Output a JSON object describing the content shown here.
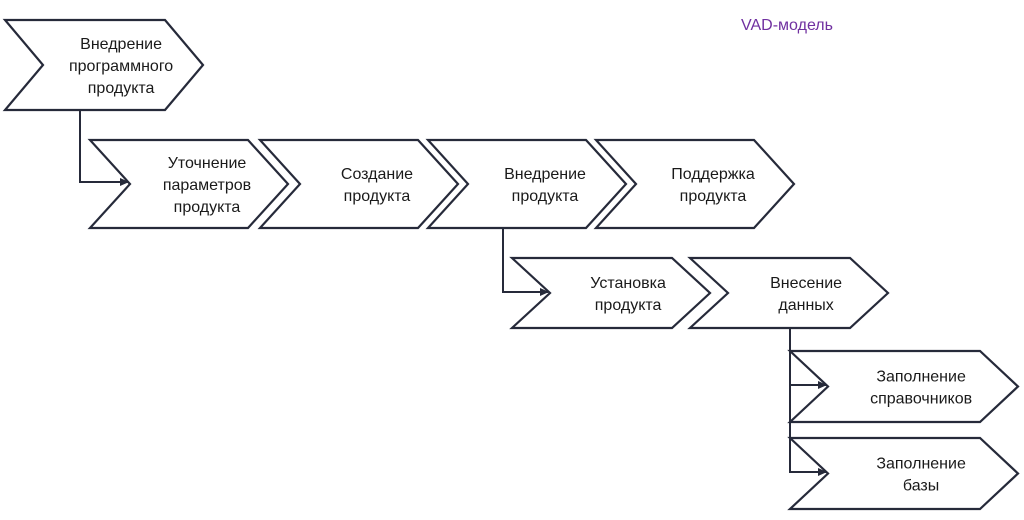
{
  "title": "VAD-модель",
  "colors": {
    "title": "#7030a0",
    "stroke": "#262a3a",
    "fill": "#ffffff",
    "text": "#1a1a1a"
  },
  "nodes": [
    {
      "id": "root",
      "lines": [
        "Внедрение",
        "программного",
        "продукта"
      ]
    },
    {
      "id": "specify",
      "lines": [
        "Уточнение",
        "параметров",
        "продукта"
      ]
    },
    {
      "id": "create",
      "lines": [
        "Создание",
        "продукта"
      ]
    },
    {
      "id": "implement",
      "lines": [
        "Внедрение",
        "продукта"
      ]
    },
    {
      "id": "support",
      "lines": [
        "Поддержка",
        "продукта"
      ]
    },
    {
      "id": "install",
      "lines": [
        "Установка",
        "продукта"
      ]
    },
    {
      "id": "data-entry",
      "lines": [
        "Внесение",
        "данных"
      ]
    },
    {
      "id": "fill-refs",
      "lines": [
        "Заполнение",
        "справочников"
      ]
    },
    {
      "id": "fill-db",
      "lines": [
        "Заполнение",
        "базы"
      ]
    }
  ]
}
